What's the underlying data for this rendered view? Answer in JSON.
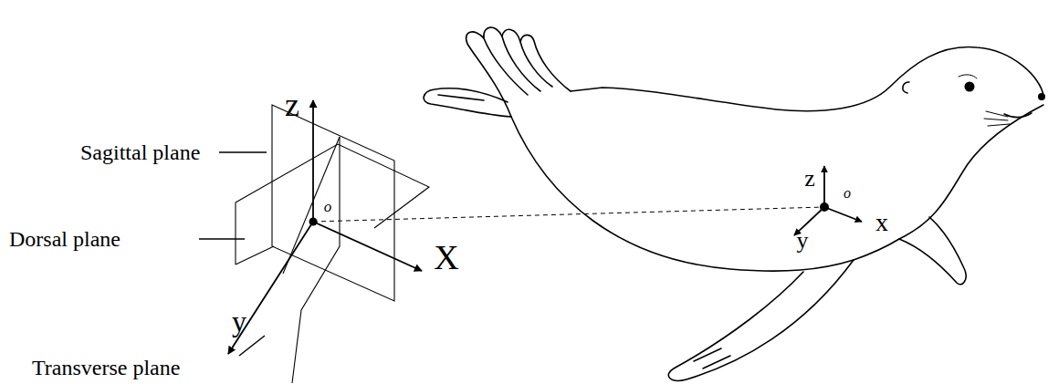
{
  "diagram": {
    "labels": [
      "Sagittal plane",
      "Dorsal plane",
      "Transverse plane",
      "z",
      "o",
      "X",
      "y",
      "z",
      "o",
      "x",
      "y"
    ]
  }
}
